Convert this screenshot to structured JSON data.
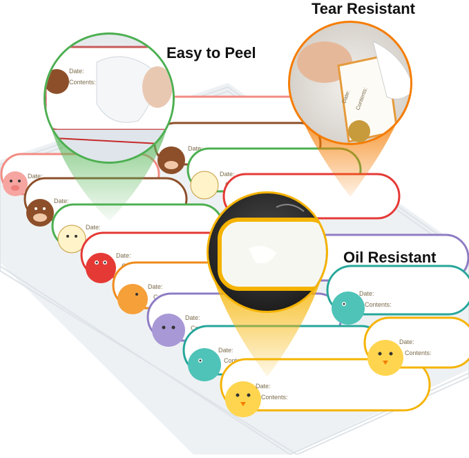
{
  "callouts": {
    "easy_to_peel": "Easy to Peel",
    "tear_resistant": "Tear Resistant",
    "oil_resistant": "Oil Resistant"
  },
  "label": {
    "date": "Date:",
    "contents": "Contents:"
  },
  "colors": {
    "peel_accent": "#4caf50",
    "tear_accent": "#f57c00",
    "oil_accent": "#f5b301",
    "pig": "#f28b82",
    "cow": "#8d4f2a",
    "goat": "#4caf50",
    "crab": "#e53935",
    "shrimp": "#ef8a1a",
    "sheep": "#8e7cc3",
    "fish": "#26a69a",
    "chick": "#f5b301"
  },
  "animals": [
    "pig-icon",
    "cow-icon",
    "goat-icon",
    "crab-icon",
    "shrimp-icon",
    "sheep-icon",
    "fish-icon",
    "chick-icon"
  ]
}
